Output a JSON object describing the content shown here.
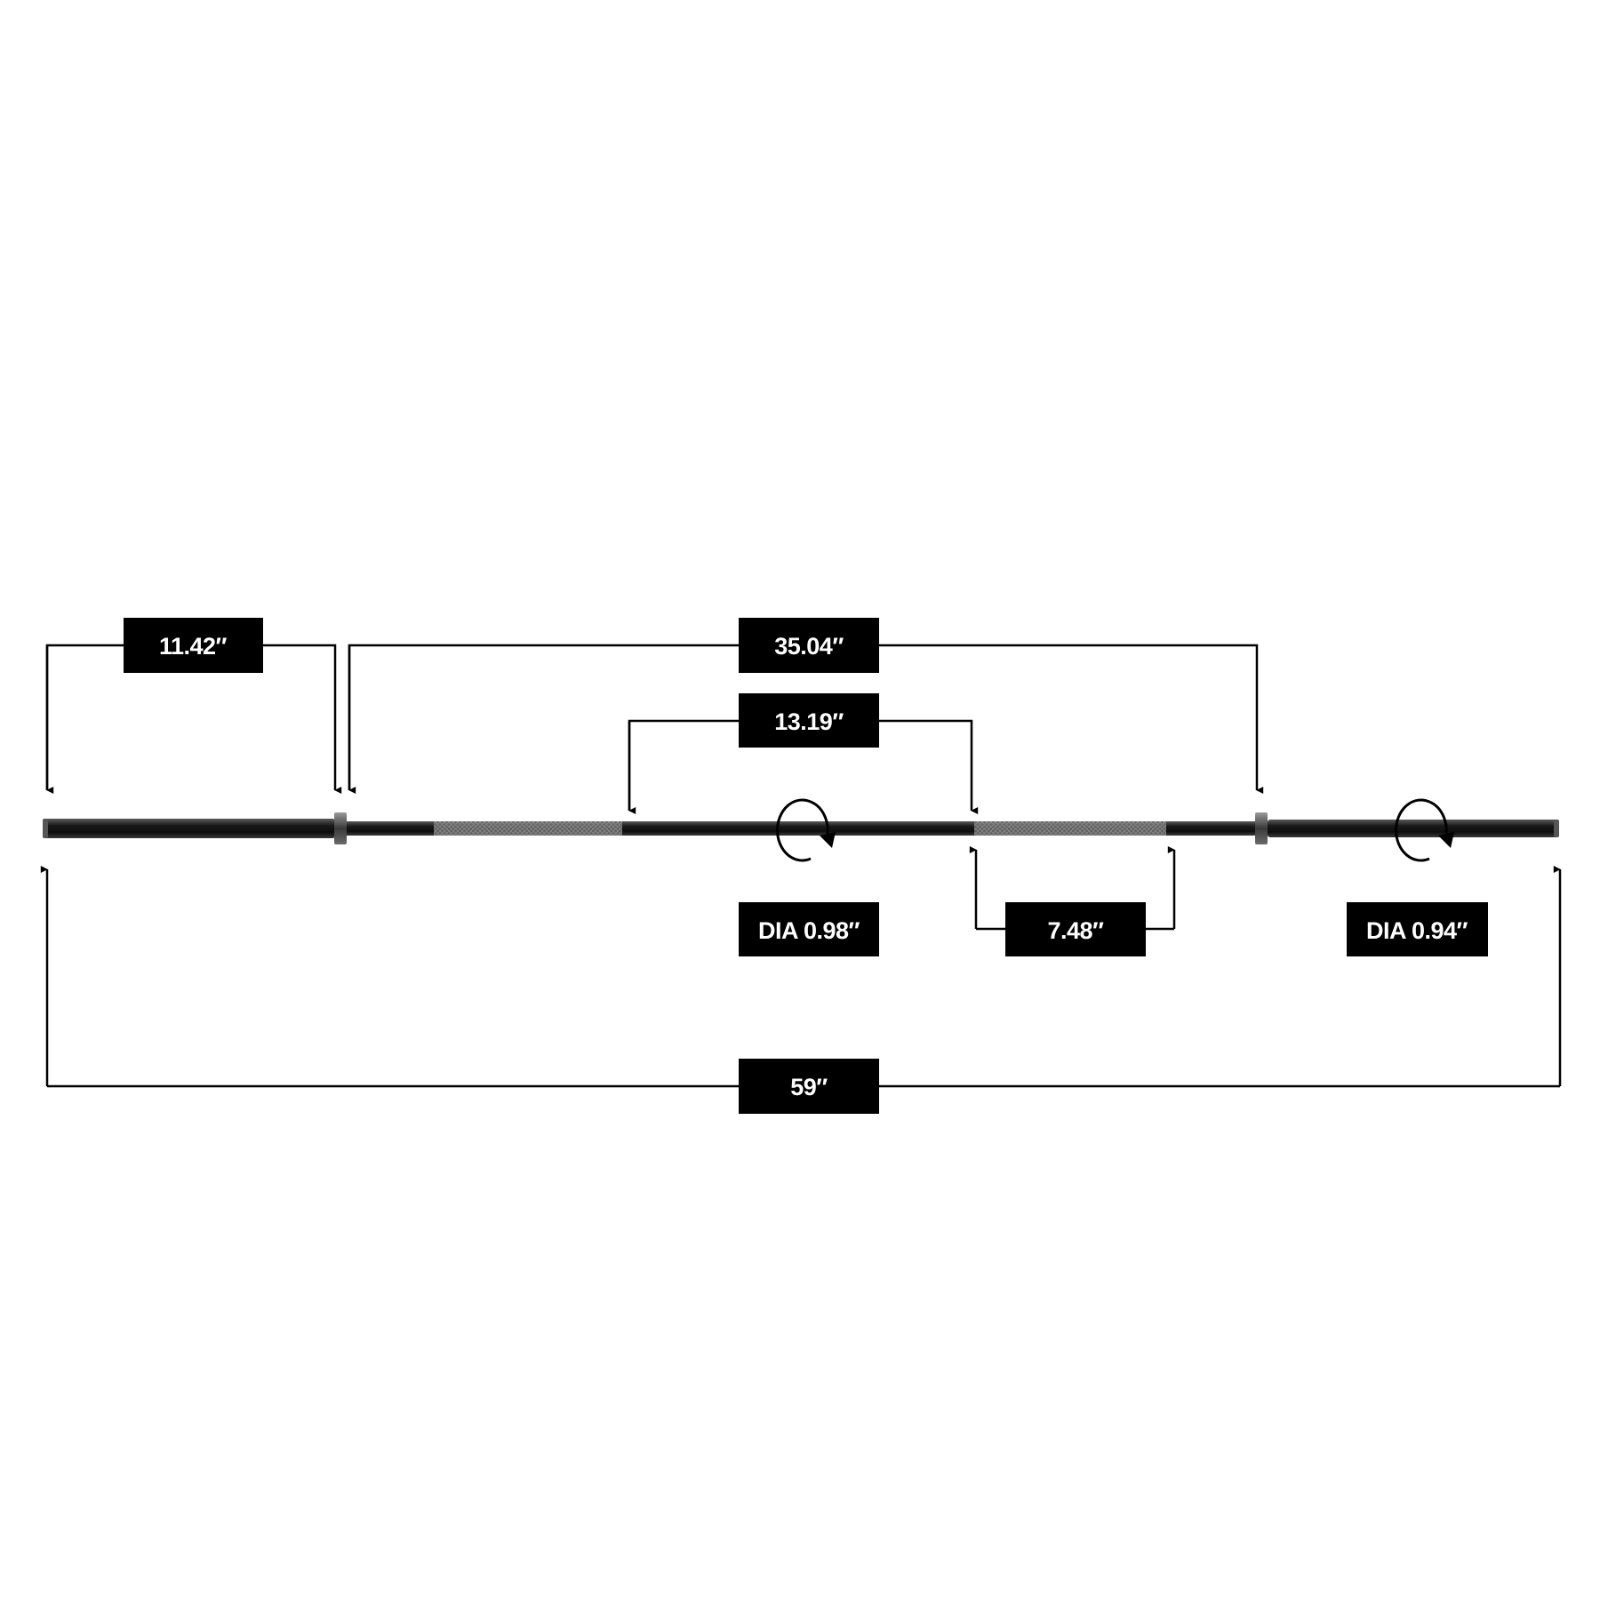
{
  "colors": {
    "background": "#ffffff",
    "ink": "#000000",
    "label_fill": "#000000",
    "label_text": "#ffffff",
    "bar_metal": "#2a2a2a",
    "knurl": "#7a7a7a"
  },
  "labels": {
    "sleeve_length": "11.42″",
    "collar_span": "35.04″",
    "center_span": "13.19″",
    "grip_length": "7.48″",
    "shaft_diameter": "DIA 0.98″",
    "sleeve_diameter": "DIA 0.94″",
    "total_length": "59″"
  },
  "icons": {
    "rotation": "rotation-arrow-icon",
    "arrow": "arrowhead-icon"
  }
}
